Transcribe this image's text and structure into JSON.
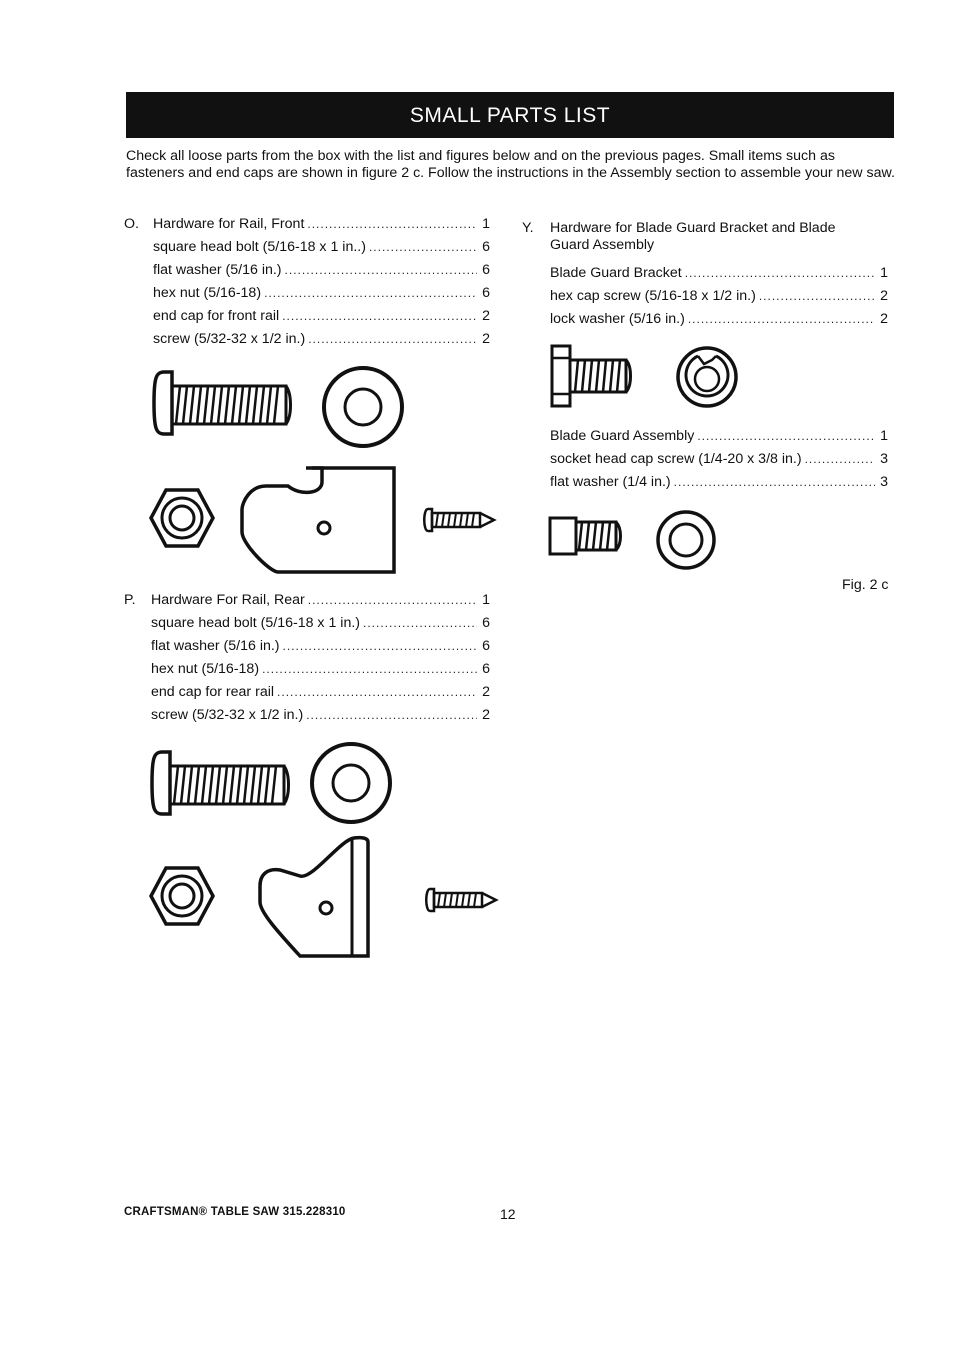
{
  "header": {
    "title": "SMALL PARTS LIST"
  },
  "intro": "Check all loose parts from the box with the list and figures below and on the previous pages. Small items such as fasteners and end caps are shown in figure 2 c.  Follow the instructions in the Assembly section to assemble your new saw.",
  "section_o": {
    "letter": "O.",
    "items": [
      {
        "label": "Hardware for Rail, Front",
        "qty": "1"
      },
      {
        "label": "square head bolt (5/16-18 x 1 in..)",
        "qty": "6"
      },
      {
        "label": "flat washer (5/16 in.)",
        "qty": "6"
      },
      {
        "label": "hex nut (5/16-18)",
        "qty": "6"
      },
      {
        "label": "end cap for front rail",
        "qty": "2"
      },
      {
        "label": "screw (5/32-32 x 1/2 in.)",
        "qty": "2"
      }
    ]
  },
  "section_p": {
    "letter": "P.",
    "items": [
      {
        "label": "Hardware For Rail, Rear",
        "qty": "1"
      },
      {
        "label": "square head bolt (5/16-18 x 1 in.)",
        "qty": "6"
      },
      {
        "label": "flat washer (5/16 in.)",
        "qty": "6"
      },
      {
        "label": "hex nut (5/16-18)",
        "qty": "6"
      },
      {
        "label": "end cap for rear rail",
        "qty": "2"
      },
      {
        "label": "screw (5/32-32 x 1/2 in.)",
        "qty": "2"
      }
    ]
  },
  "section_y": {
    "letter": "Y.",
    "heading": "Hardware for Blade Guard Bracket and Blade Guard Assembly",
    "bracket_items": [
      {
        "label": "Blade Guard Bracket",
        "qty": "1"
      },
      {
        "label": "hex cap screw (5/16-18 x 1/2 in.)",
        "qty": "2"
      },
      {
        "label": "lock washer (5/16 in.)",
        "qty": "2"
      }
    ],
    "assembly_items": [
      {
        "label": "Blade Guard Assembly",
        "qty": "1"
      },
      {
        "label": "socket head cap screw (1/4-20 x 3/8 in.)",
        "qty": "3"
      },
      {
        "label": "flat washer (1/4 in.)",
        "qty": "3"
      }
    ]
  },
  "figure_caption": "Fig. 2 c",
  "footer": {
    "brand": "CRAFTSMAN® TABLE SAW 315.228310",
    "page": "12"
  },
  "dots": "................................................................................................................"
}
